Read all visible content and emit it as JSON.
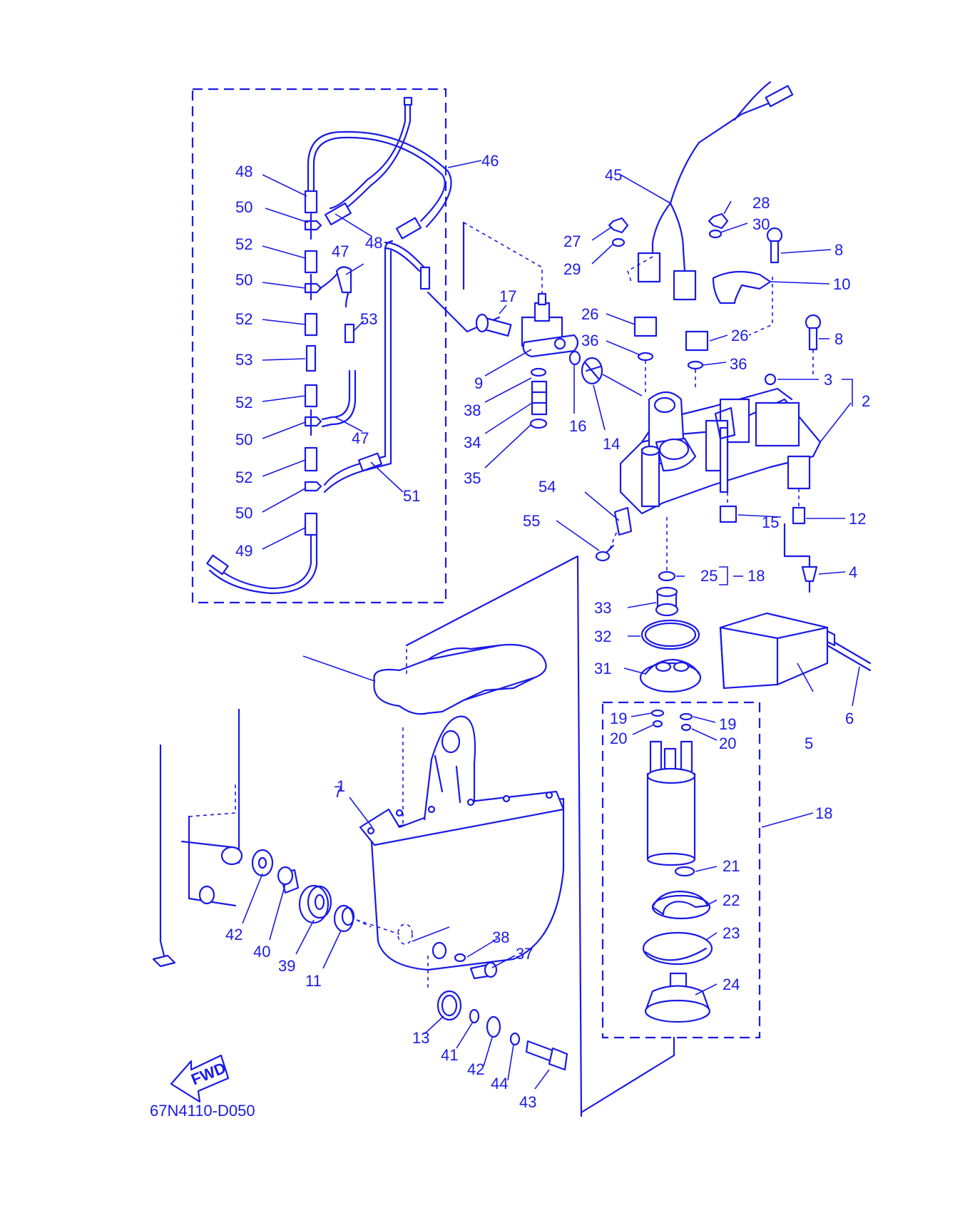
{
  "diagram_code": "67N4110-D050",
  "fwd_label": "FWD",
  "callouts": {
    "c1": "1",
    "c2": "2",
    "c3": "3",
    "c4": "4",
    "c5": "5",
    "c6": "6",
    "c7": "7",
    "c8a": "8",
    "c8b": "8",
    "c9": "9",
    "c10": "10",
    "c11": "11",
    "c12": "12",
    "c13": "13",
    "c14": "14",
    "c15": "15",
    "c16": "16",
    "c17": "17",
    "c18a": "18",
    "c18b": "18",
    "c19a": "19",
    "c19b": "19",
    "c20a": "20",
    "c20b": "20",
    "c21": "21",
    "c22": "22",
    "c23": "23",
    "c24": "24",
    "c25": "25",
    "c26a": "26",
    "c26b": "26",
    "c27": "27",
    "c28": "28",
    "c29": "29",
    "c30": "30",
    "c31": "31",
    "c32": "32",
    "c33": "33",
    "c34": "34",
    "c35": "35",
    "c36a": "36",
    "c36b": "36",
    "c37": "37",
    "c38a": "38",
    "c38b": "38",
    "c39": "39",
    "c40": "40",
    "c41": "41",
    "c42a": "42",
    "c42b": "42",
    "c43": "43",
    "c44": "44",
    "c45": "45",
    "c46": "46",
    "c47a": "47",
    "c47b": "47",
    "c48a": "48",
    "c48b": "48",
    "c49": "49",
    "c50a": "50",
    "c50b": "50",
    "c50c": "50",
    "c50d": "50",
    "c51": "51",
    "c52a": "52",
    "c52b": "52",
    "c52c": "52",
    "c52d": "52",
    "c53a": "53",
    "c53b": "53",
    "c54": "54",
    "c55": "55"
  },
  "colors": {
    "line": "#1a1ae6",
    "background": "#ffffff"
  }
}
